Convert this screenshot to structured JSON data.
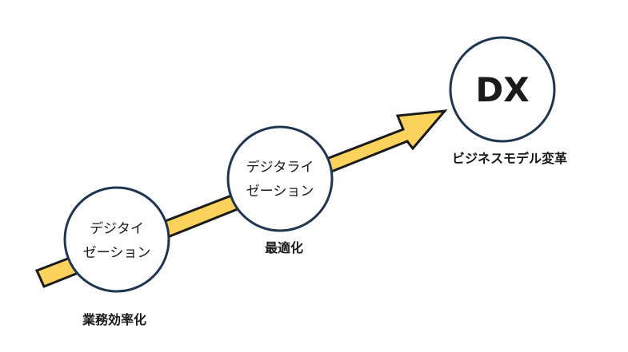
{
  "stages": [
    {
      "label_lines": [
        "デジタイ",
        "ゼーション"
      ],
      "caption": "業務効率化"
    },
    {
      "label_lines": [
        "デジタライ",
        "ゼーション"
      ],
      "caption": "最適化"
    },
    {
      "label_lines": [
        "DX"
      ],
      "caption": "ビジネスモデル変革"
    }
  ],
  "colors": {
    "arrow_fill": "#fbd25c",
    "arrow_stroke": "#1a1a1a",
    "circle_stroke": "#1f3550",
    "circle_fill": "#ffffff",
    "text": "#1a1a1a"
  }
}
